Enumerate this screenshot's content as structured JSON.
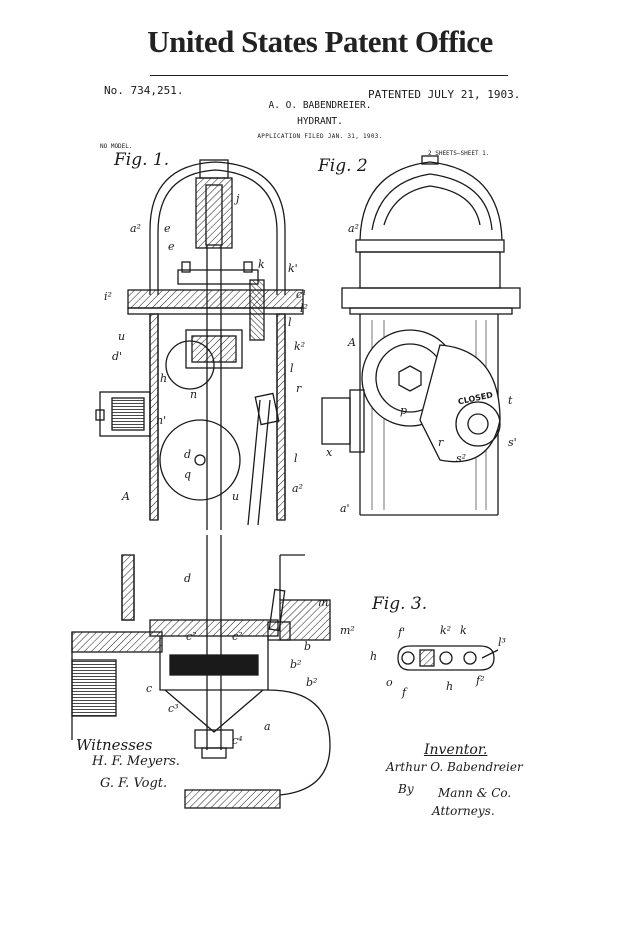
{
  "header": {
    "office": "United States Patent Office",
    "patent_number": "No. 734,251.",
    "patented_date": "PATENTED JULY 21, 1903.",
    "inventor": "A. O. BABENDREIER.",
    "title": "HYDRANT.",
    "application": "APPLICATION FILED JAN. 31, 1903.",
    "no_model": "NO MODEL.",
    "sheets": "2 SHEETS—SHEET 1."
  },
  "figures": {
    "fig1": "Fig. 1.",
    "fig2": "Fig. 2",
    "fig3": "Fig. 3."
  },
  "closed_label": "CLOSED",
  "witnesses": {
    "heading": "Witnesses",
    "names": [
      "H. F. Meyers.",
      "G. F. Vogt."
    ]
  },
  "inventor_block": {
    "heading": "Inventor.",
    "name": "Arthur O. Babendreier",
    "by": "By",
    "attorney": "Mann & Co.",
    "role": "Attorneys."
  },
  "colors": {
    "ink": "#1a1a1a",
    "paper": "#ffffff"
  }
}
